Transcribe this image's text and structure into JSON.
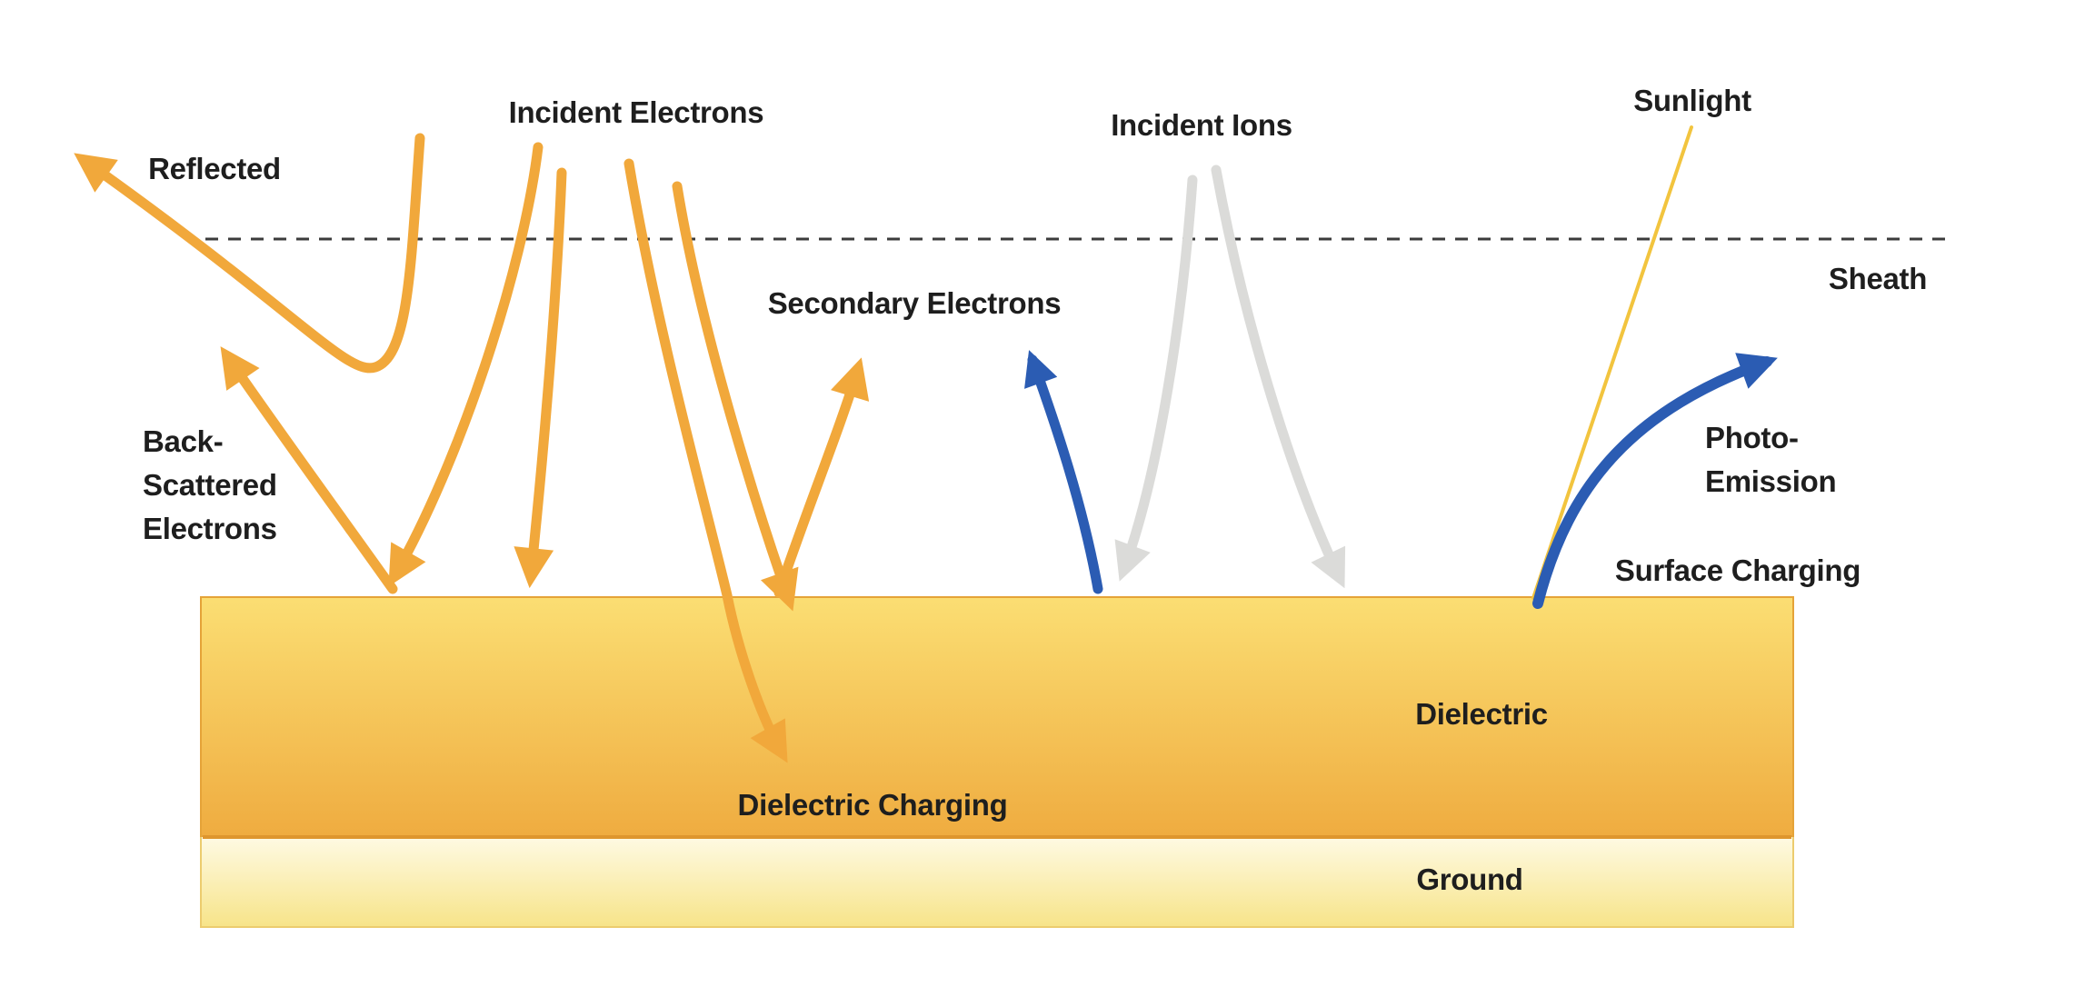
{
  "labels": {
    "incident_electrons": "Incident Electrons",
    "incident_ions": "Incident Ions",
    "sunlight": "Sunlight",
    "reflected": "Reflected",
    "sheath": "Sheath",
    "secondary_electrons": "Secondary Electrons",
    "back_scattered_electrons": "Back-\nScattered\nElectrons",
    "photo_emission": "Photo-\nEmission",
    "surface_charging": "Surface Charging",
    "dielectric_charging": "Dielectric Charging",
    "dielectric": "Dielectric",
    "ground": "Ground"
  },
  "colors": {
    "electron_orange": "#F1A83B",
    "ion_gray": "#DBDBD9",
    "photoelectron_blue": "#2B5CB3",
    "sunlight_gold": "#F2C43E",
    "boundary_dash": "#3B3B3B",
    "dielectric_top": "#FBDE73",
    "dielectric_bottom": "#EFAC40",
    "dielectric_edge": "#E5A338",
    "dielectric_divider": "#DE962D",
    "ground_top": "#FEFAE4",
    "ground_bottom": "#F7E489",
    "ground_edge": "#ECCC6E",
    "text": "#1E1E1E",
    "background": "#FFFFFF"
  }
}
